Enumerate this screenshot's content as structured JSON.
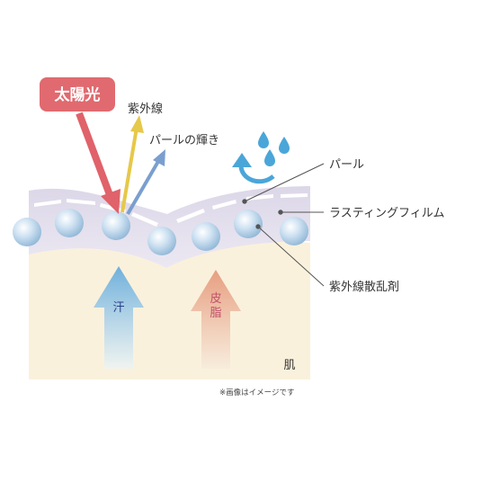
{
  "labels": {
    "sunlight": "太陽光",
    "uv": "紫外線",
    "pearl_shine": "パールの輝き",
    "pearl": "パール",
    "film": "ラスティングフィルム",
    "scatter": "紫外線散乱剤",
    "skin": "肌",
    "sweat": "汗",
    "sebum": "皮脂"
  },
  "footnote": "※画像はイメージです",
  "colors": {
    "sun_box": "#e06a6f",
    "sun_arrow": "#e0626a",
    "uv_arrow": "#e6c84a",
    "shine_arrow": "#7a9fcf",
    "film": "#d8d4e4",
    "skin": "#faf1dc",
    "sweat_arrow": "#7db6dc",
    "sebum_arrow": "#e8a98a",
    "droplet": "#4aa6d8"
  },
  "icons": [
    "water-drops-icon",
    "recycle-arrow-icon"
  ]
}
